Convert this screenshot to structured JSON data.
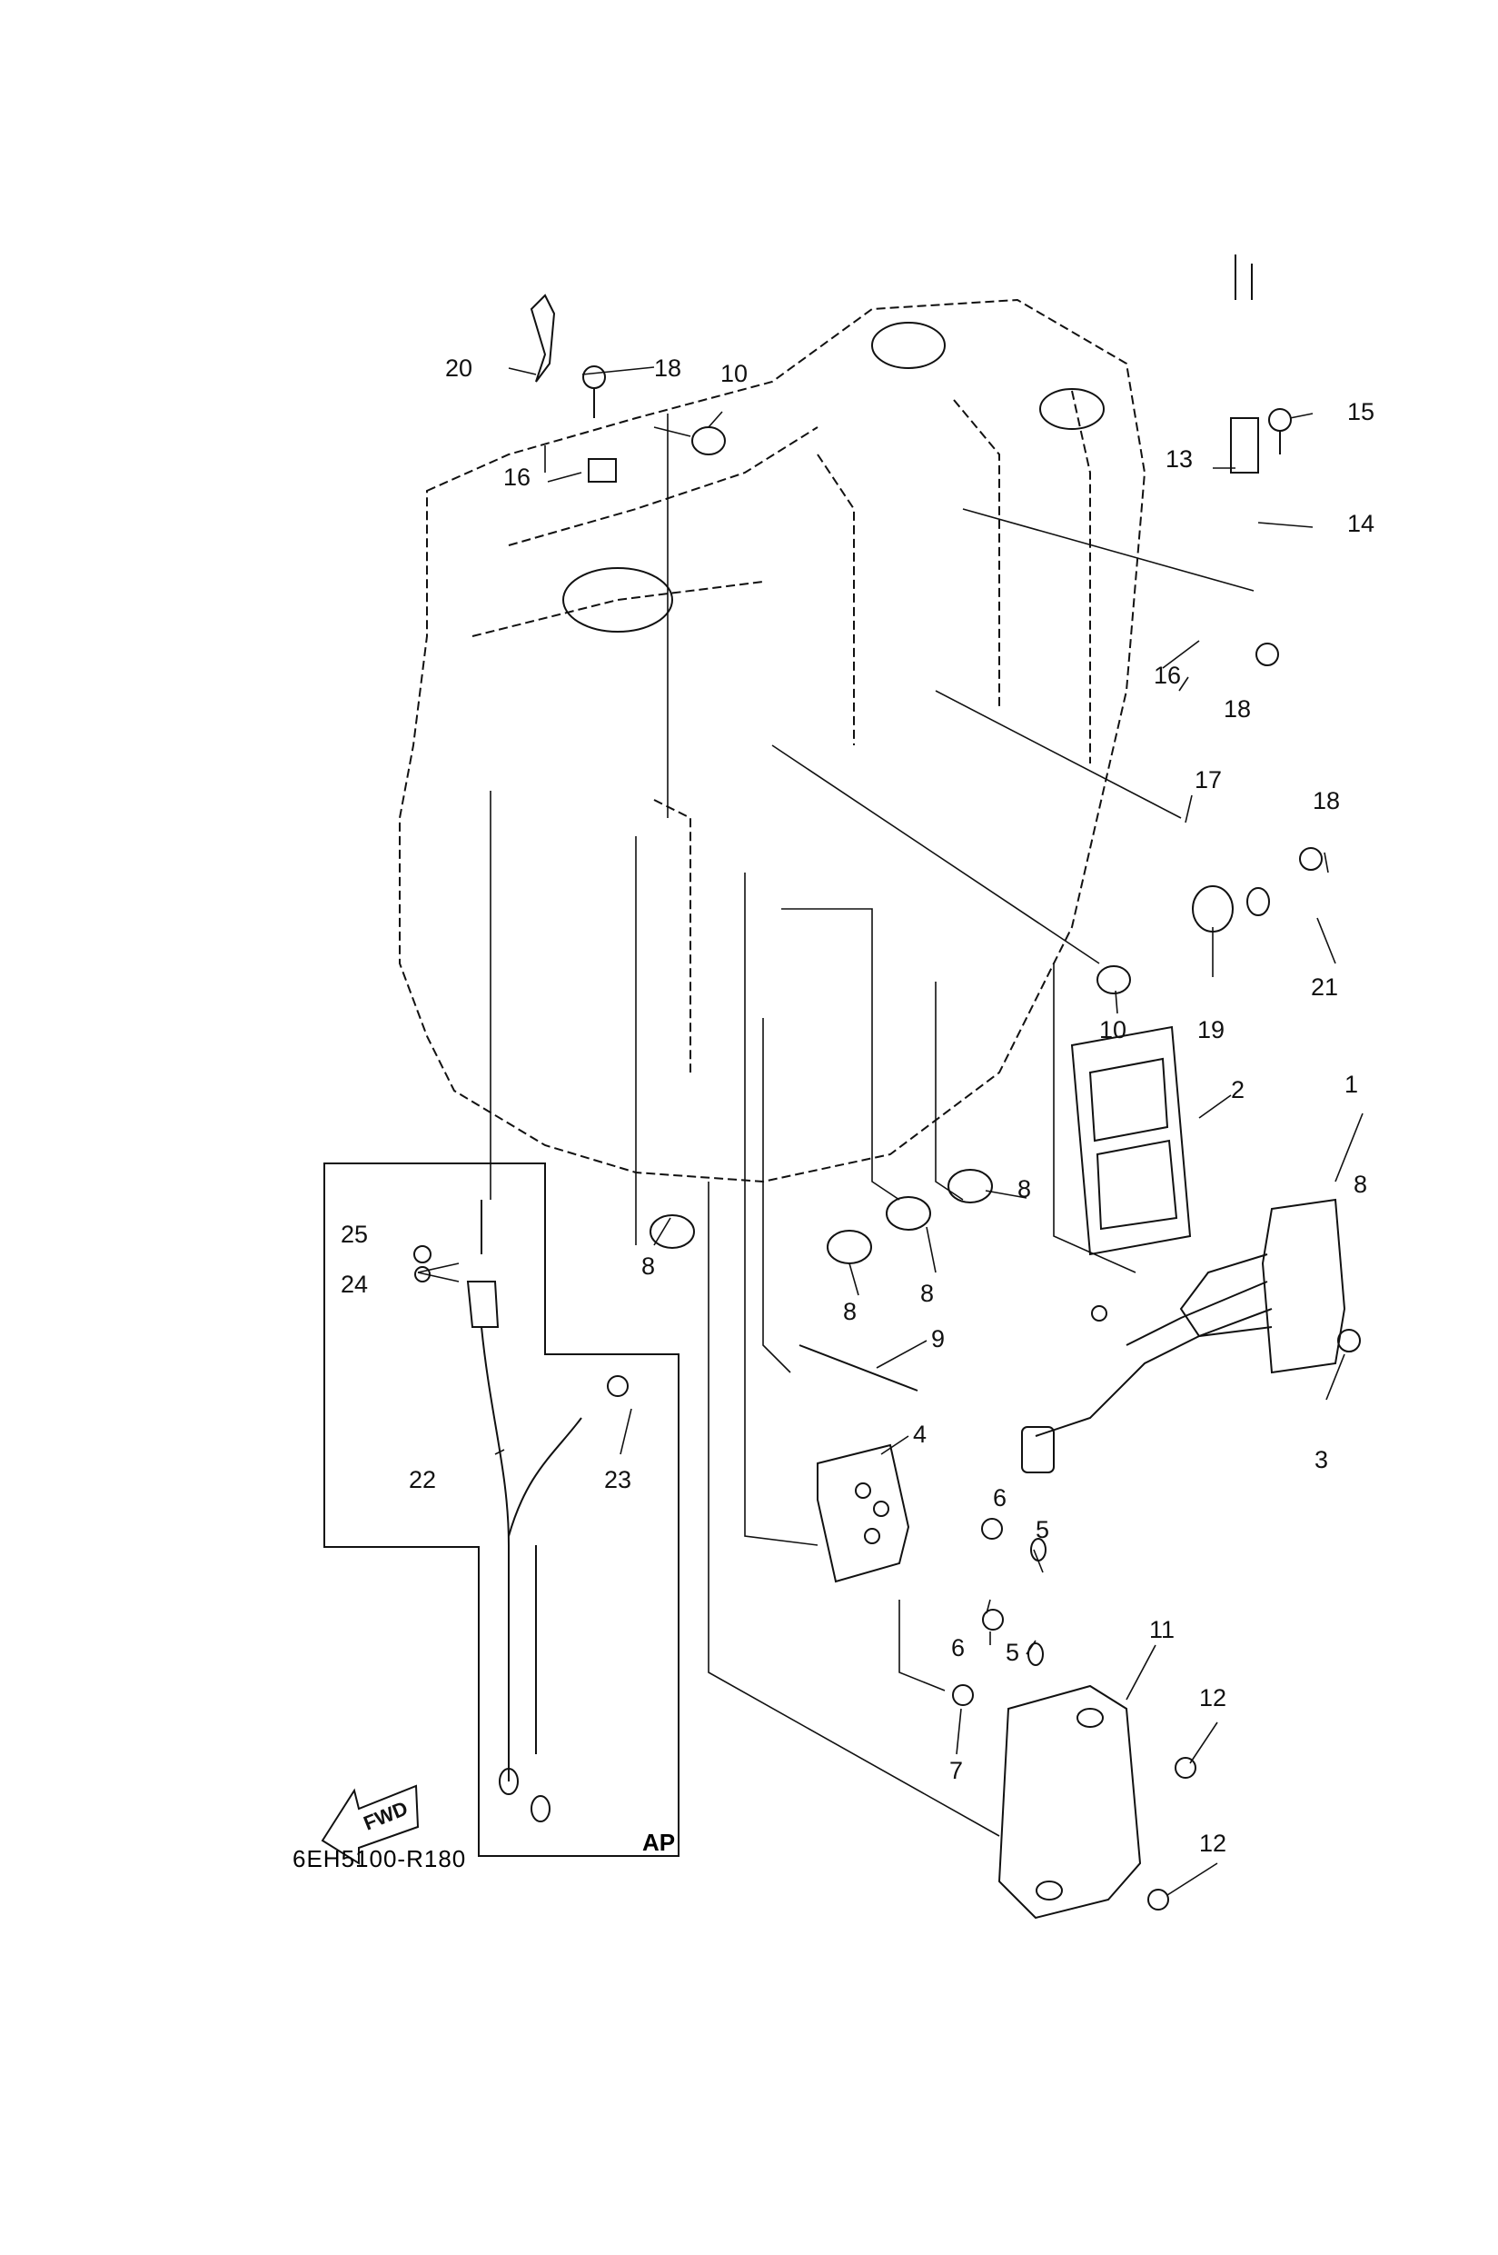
{
  "diagram": {
    "title": "Electrical parts exploded view",
    "drawing_code": "6EH5100-R180",
    "subassembly_label": "AP",
    "direction_marker": "FWD",
    "colors": {
      "line": "#111111",
      "background": "#ffffff"
    },
    "callouts": [
      {
        "id": "c1",
        "label": "1"
      },
      {
        "id": "c2",
        "label": "2"
      },
      {
        "id": "c3",
        "label": "3"
      },
      {
        "id": "c4",
        "label": "4"
      },
      {
        "id": "c5a",
        "label": "5"
      },
      {
        "id": "c5b",
        "label": "5"
      },
      {
        "id": "c6a",
        "label": "6"
      },
      {
        "id": "c6b",
        "label": "6"
      },
      {
        "id": "c7",
        "label": "7"
      },
      {
        "id": "c8a",
        "label": "8"
      },
      {
        "id": "c8b",
        "label": "8"
      },
      {
        "id": "c8c",
        "label": "8"
      },
      {
        "id": "c8d",
        "label": "8"
      },
      {
        "id": "c8e",
        "label": "8"
      },
      {
        "id": "c9",
        "label": "9"
      },
      {
        "id": "c10a",
        "label": "10"
      },
      {
        "id": "c10b",
        "label": "10"
      },
      {
        "id": "c11",
        "label": "11"
      },
      {
        "id": "c12a",
        "label": "12"
      },
      {
        "id": "c12b",
        "label": "12"
      },
      {
        "id": "c13",
        "label": "13"
      },
      {
        "id": "c14",
        "label": "14"
      },
      {
        "id": "c15",
        "label": "15"
      },
      {
        "id": "c16a",
        "label": "16"
      },
      {
        "id": "c16b",
        "label": "16"
      },
      {
        "id": "c17",
        "label": "17"
      },
      {
        "id": "c18a",
        "label": "18"
      },
      {
        "id": "c18b",
        "label": "18"
      },
      {
        "id": "c18c",
        "label": "18"
      },
      {
        "id": "c19",
        "label": "19"
      },
      {
        "id": "c20",
        "label": "20"
      },
      {
        "id": "c21",
        "label": "21"
      },
      {
        "id": "c22",
        "label": "22"
      },
      {
        "id": "c23",
        "label": "23"
      },
      {
        "id": "c24",
        "label": "24"
      },
      {
        "id": "c25",
        "label": "25"
      }
    ]
  }
}
